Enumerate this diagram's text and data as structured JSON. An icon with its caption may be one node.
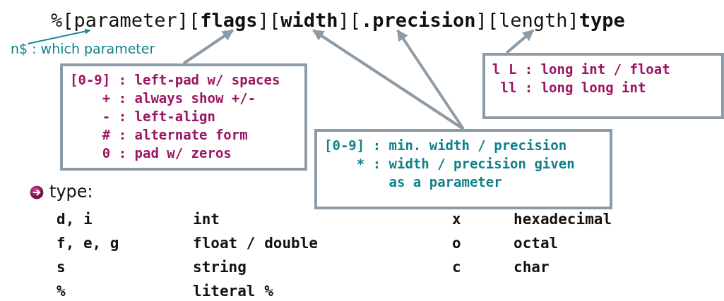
{
  "diagram": {
    "nodes": [
      {
        "text": [
          "%"
        ]
      },
      {
        "text": [
          "[parameter]"
        ]
      },
      {
        "text": [
          "[**flags**]"
        ]
      },
      {
        "text": [
          "[**width**]"
        ]
      },
      {
        "text": [
          "[**.precision**]"
        ]
      },
      {
        "text": [
          "[length]"
        ]
      },
      {
        "text": [
          "type"
        ]
      },
      {
        "text": [
          "n$ : which parameter"
        ]
      },
      {
        "text": [
          "[0-9] : left-pad w/ spaces",
          "+ : always show +/-",
          "- : left-align",
          "# : alternate form",
          "0 : pad w/ zeros"
        ]
      },
      {
        "text": [
          "[0-9] : min. width / precision",
          "* : width / precision given as a parameter"
        ]
      },
      {
        "text": [
          "l L : long int / float",
          "ll : long long int"
        ]
      }
    ],
    "edges": [
      {
        "from": 7,
        "to": 1,
        "arrow": "to",
        "color": "#1a8a96"
      },
      {
        "from": 8,
        "to": 2,
        "arrow": "to"
      },
      {
        "from": 9,
        "to": 3,
        "arrow": "to"
      },
      {
        "from": 9,
        "to": 4,
        "arrow": "to"
      },
      {
        "from": 10,
        "to": 5,
        "arrow": "to"
      }
    ],
    "labels": [
      "type:",
      "d, i",
      "int",
      "x",
      "hexadecimal",
      "f, e, g",
      "float / double",
      "o",
      "octal",
      "s",
      "string",
      "c",
      "char",
      "%",
      "literal %"
    ]
  }
}
